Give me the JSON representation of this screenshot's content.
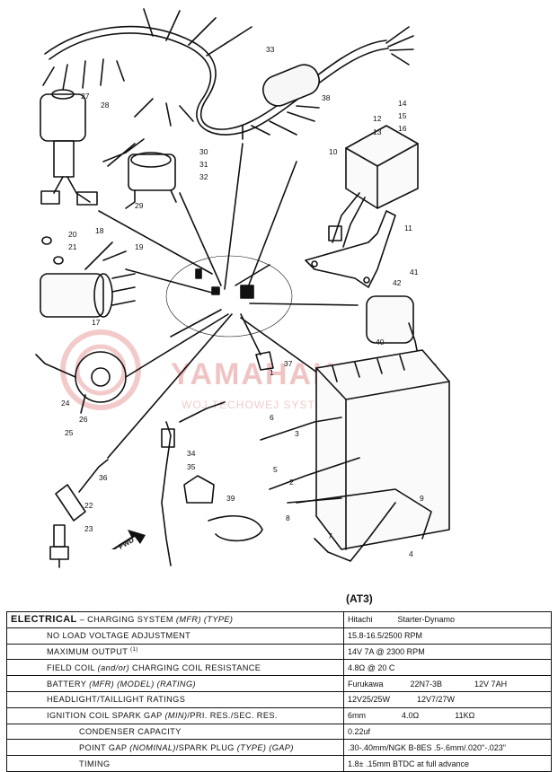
{
  "watermark": {
    "line1": "YAMAHAKLEP.PL",
    "line2": "WOJ TECHOWEJ SYSTEM YAMAHA"
  },
  "callouts": [
    "1",
    "2",
    "3",
    "4",
    "5",
    "6",
    "7",
    "8",
    "9",
    "10",
    "11",
    "12",
    "13",
    "14",
    "15",
    "16",
    "17",
    "18",
    "19",
    "20",
    "21",
    "22",
    "23",
    "24",
    "25",
    "26",
    "27",
    "28",
    "29",
    "30",
    "31",
    "32",
    "33",
    "34",
    "35",
    "36",
    "37",
    "38",
    "39",
    "40",
    "41",
    "42"
  ],
  "front_mark": "FWD",
  "model": "(AT3)",
  "specs": {
    "r0": {
      "label": "ELECTRICAL",
      "dash": "–",
      "label_rest": "CHARGING SYSTEM",
      "italic": "(MFR) (TYPE)",
      "v1": "Hitachi",
      "v2": "Starter-Dynamo"
    },
    "r1": {
      "label": "NO LOAD VOLTAGE ADJUSTMENT",
      "v1": "15.8-16.5/2500 RPM"
    },
    "r2": {
      "label": "MAXIMUM OUTPUT",
      "sup": "(1)",
      "v1": "14V 7A @ 2300 RPM"
    },
    "r3": {
      "label": "FIELD COIL",
      "italic": "(and/or)",
      "label_rest": "CHARGING COIL RESISTANCE",
      "v1": "4.8Ω @ 20 C"
    },
    "r4": {
      "label": "BATTERY",
      "italic": "(MFR) (MODEL) (RATING)",
      "v1": "Furukawa",
      "v2": "22N7-3B",
      "v3": "12V 7AH"
    },
    "r5": {
      "label": "HEADLIGHT/TAILLIGHT RATINGS",
      "v1": "12V25/25W",
      "v2": "12V7/27W"
    },
    "r6": {
      "label": "IGNITION COIL SPARK GAP",
      "italic": "(MIN)",
      "label_rest": "/PRI. RES./SEC. RES.",
      "v1": "6mm",
      "v2": "4.0Ω",
      "v3": "11KΩ"
    },
    "r7": {
      "label": "CONDENSER CAPACITY",
      "v1": "0.22uf"
    },
    "r8": {
      "label": "POINT GAP",
      "italic": "(NOMINAL)",
      "label_mid": "/SPARK PLUG",
      "italic2": "(TYPE) (GAP)",
      "v1": ".30-.40mm/NGK B-8ES .5-.6mm/.020\"-.023\""
    },
    "r9": {
      "label": "TIMING",
      "v1": "1.8± .15mm BTDC at full advance"
    }
  }
}
